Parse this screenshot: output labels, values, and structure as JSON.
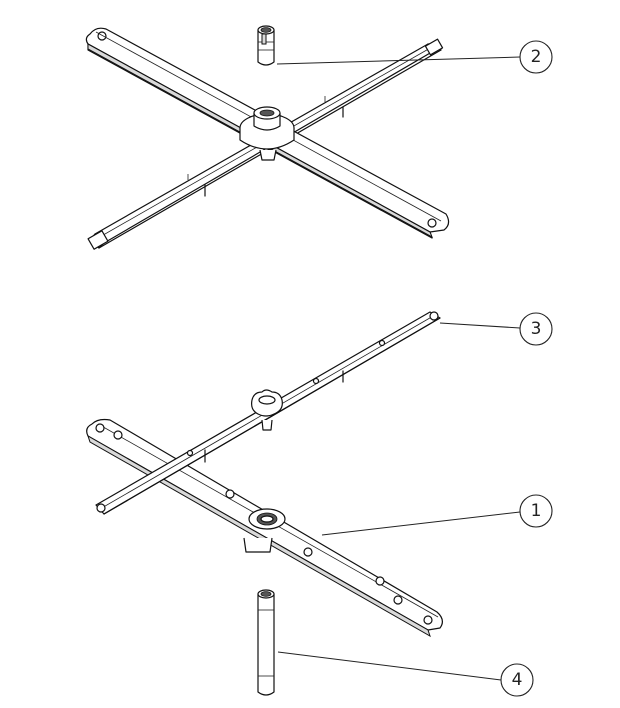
{
  "callouts": [
    {
      "id": "callout-2",
      "label": "2"
    },
    {
      "id": "callout-3",
      "label": "3"
    },
    {
      "id": "callout-1",
      "label": "1"
    },
    {
      "id": "callout-4",
      "label": "4"
    }
  ]
}
